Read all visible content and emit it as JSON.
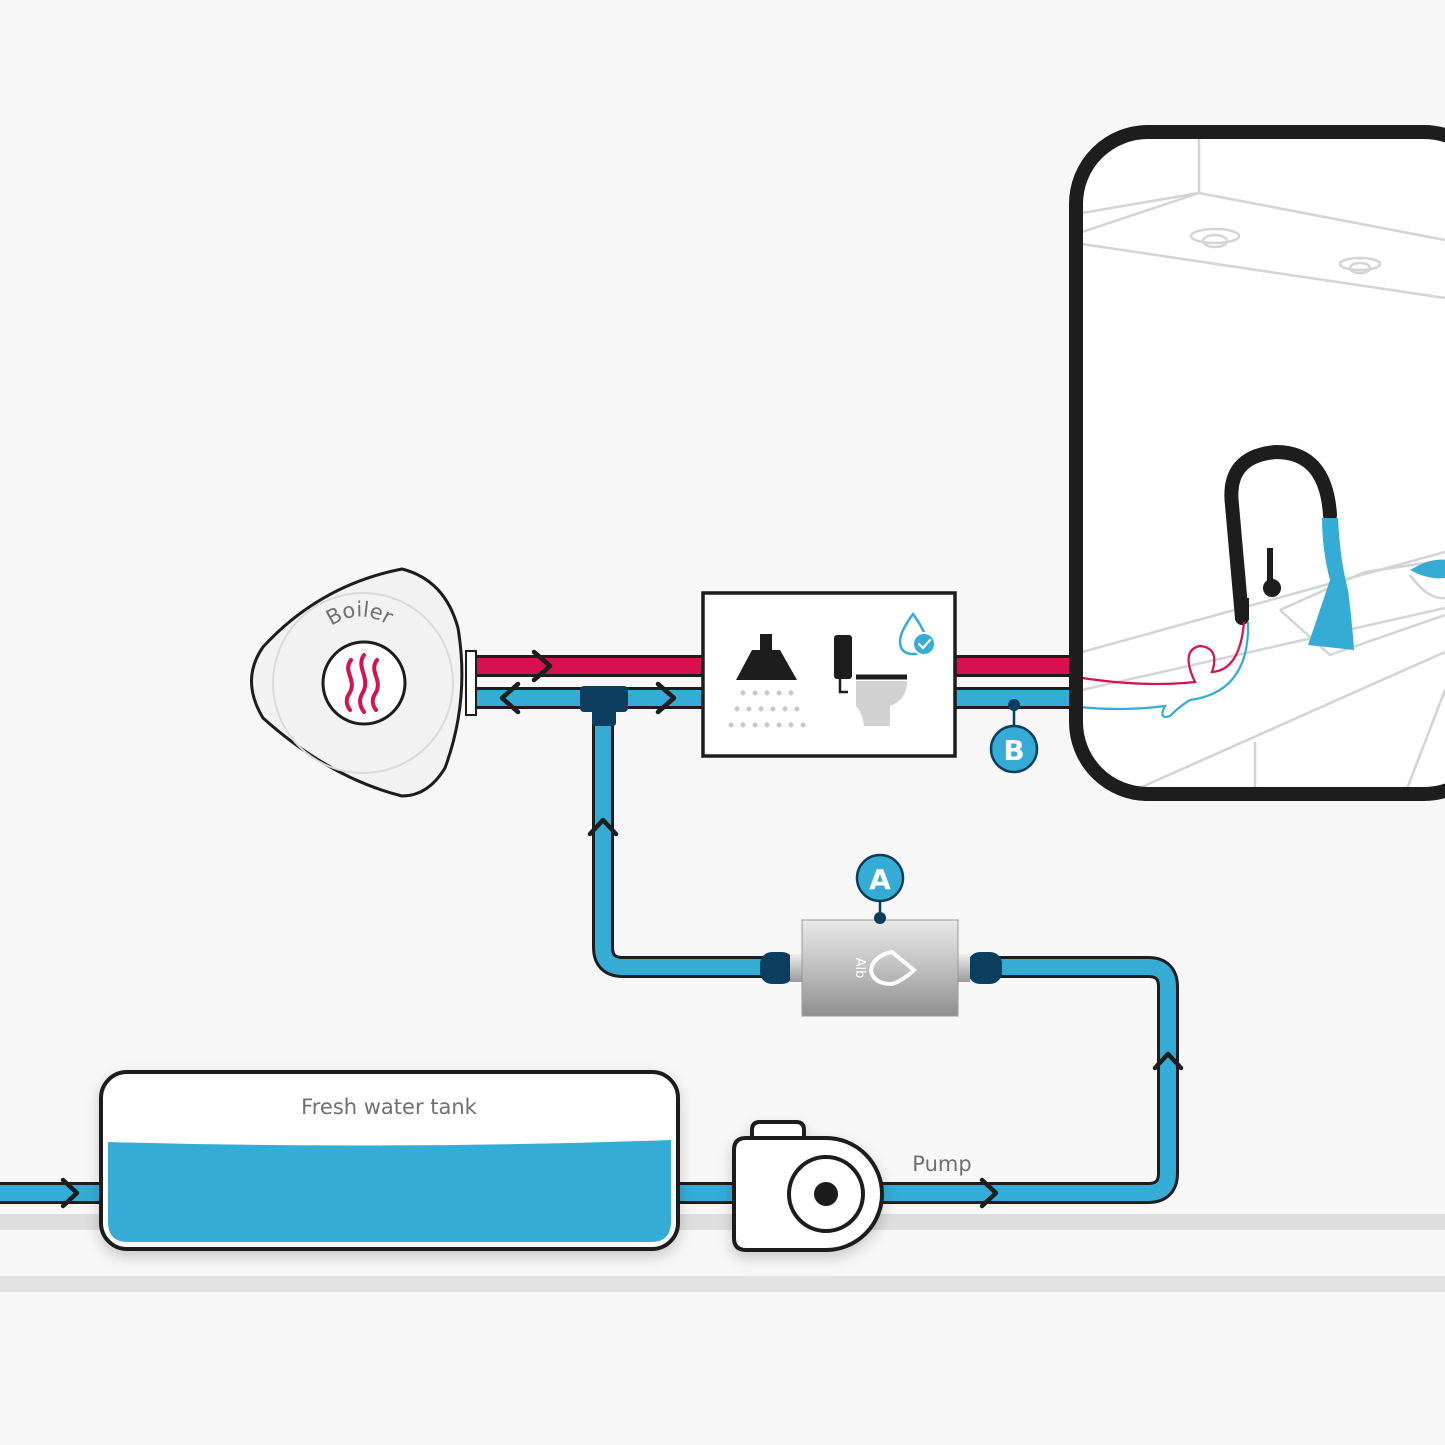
{
  "labels": {
    "boiler": "Boiler",
    "tank": "Fresh water tank",
    "pump": "Pump",
    "filter_brand": "Alb"
  },
  "markers": {
    "a": "A",
    "b": "B"
  },
  "icons": {
    "boiler": "flame-icon",
    "shower": "shower-icon",
    "toilet": "toilet-icon",
    "water_check": "water-drop-check-icon",
    "filter": "water-drop-logo-icon",
    "faucet": "kitchen-faucet-icon"
  },
  "colors": {
    "cold_water": "#34acd6",
    "hot_water": "#d7114f",
    "marker_dark": "#0a3d5e",
    "outline": "#1d1d1d",
    "background": "#f7f7f7",
    "floor": "#e1e1e1"
  }
}
